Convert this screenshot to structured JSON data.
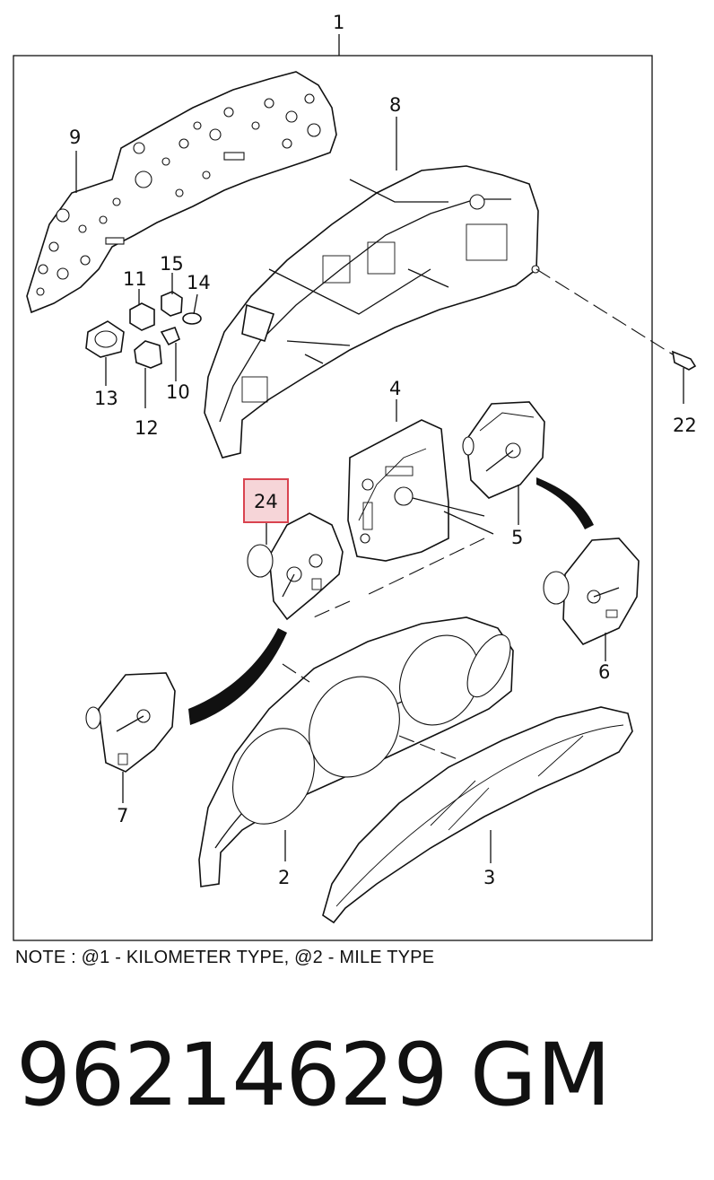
{
  "diagram": {
    "callouts": {
      "c1": "1",
      "c2": "2",
      "c3": "3",
      "c4": "4",
      "c5": "5",
      "c6": "6",
      "c7": "7",
      "c8": "8",
      "c9": "9",
      "c10": "10",
      "c11": "11",
      "c12": "12",
      "c13": "13",
      "c14": "14",
      "c15": "15",
      "c22": "22",
      "c24": "24"
    },
    "highlight_color": "#d9434f",
    "highlight_fill": "#f6d5d8"
  },
  "note": "NOTE : @1 - KILOMETER TYPE, @2 - MILE TYPE",
  "part_number": "96214629",
  "brand": "GM"
}
